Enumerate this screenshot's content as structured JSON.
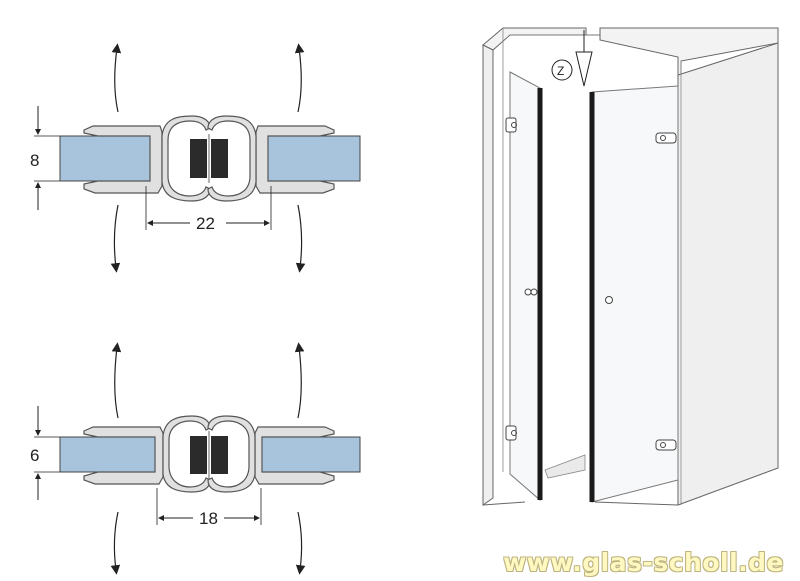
{
  "figure": {
    "top_seal": {
      "glass_thickness": "8",
      "gap_width": "22"
    },
    "bottom_seal": {
      "glass_thickness": "6",
      "gap_width": "18"
    },
    "detail_marker": "Z",
    "watermark": "www.glas-scholl.de"
  },
  "colors": {
    "glass": "#a8c4dc",
    "seal": "#e2e2e2",
    "outline": "#555555",
    "magnet": "#2b2b2b"
  }
}
